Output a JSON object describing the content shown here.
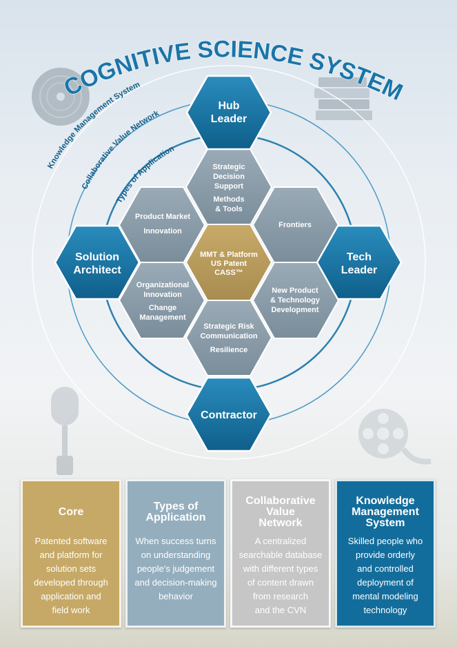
{
  "title": "COGNITIVE SCIENCE SYSTEMS",
  "rings": {
    "outer": "Knowledge Management System",
    "middle": "Collaborative Value Network",
    "inner": "Types of Application"
  },
  "center": [
    "MMT & Platform",
    "US Patent",
    "CASS™"
  ],
  "inner_hexes": {
    "strategic": [
      "Strategic",
      "Decision",
      "Support",
      "Methods",
      "& Tools"
    ],
    "product_market": [
      "Product Market",
      "Innovation"
    ],
    "frontiers": [
      "Frontiers"
    ],
    "organizational": [
      "Organizational",
      "Innovation",
      "Change",
      "Management"
    ],
    "new_product": [
      "New Product",
      "& Technology",
      "Development"
    ],
    "risk": [
      "Strategic Risk",
      "Communication",
      "Resilience"
    ]
  },
  "outer_hexes": {
    "hub_leader": [
      "Hub",
      "Leader"
    ],
    "solution_architect": [
      "Solution",
      "Architect"
    ],
    "tech_leader": [
      "Tech",
      "Leader"
    ],
    "contractor": [
      "Contractor"
    ]
  },
  "cards": {
    "core": {
      "title": "Core",
      "body": [
        "Patented software",
        "and platform for",
        "solution sets",
        "developed through",
        "application and",
        "field work"
      ]
    },
    "types": {
      "title": [
        "Types of",
        "Application"
      ],
      "body": [
        "When success turns",
        "on understanding",
        "people's judgement",
        "and decision-making",
        "behavior"
      ]
    },
    "cvn": {
      "title": [
        "Collaborative",
        "Value",
        "Network"
      ],
      "body": [
        "A centralized",
        "searchable database",
        "with different types",
        "of content drawn",
        "from research",
        "and the CVN"
      ]
    },
    "kms": {
      "title": [
        "Knowledge",
        "Management",
        "System"
      ],
      "body": [
        "Skilled people who",
        "provide orderly",
        "and controlled",
        "deployment of",
        "mental modeling",
        "technology"
      ]
    }
  },
  "colors": {
    "accent_blue": "#1b75a8",
    "outer_hex": "#136d9c",
    "inner_hex": "#8a9ca8",
    "center_hex": "#b79a5a",
    "core_card": "#c6a966",
    "types_card": "#94aebe",
    "cvn_card": "#c6c6c6",
    "kms_card": "#136d9c"
  },
  "decorations": [
    "vinyl-record-icon",
    "books-icon",
    "microphone-icon",
    "film-reel-icon"
  ]
}
